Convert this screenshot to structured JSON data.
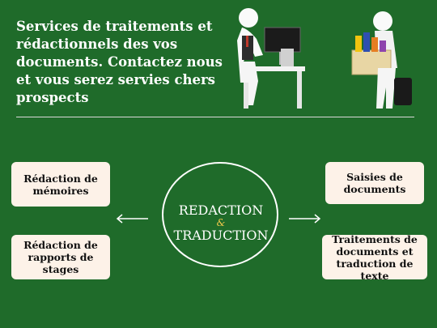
{
  "headline": "Services de traitements et rédactionnels des vos documents. Contactez nous et vous serez servies chers prospects",
  "center": {
    "line1": "REDACTION",
    "amp": "&",
    "line2": "TRADUCTION"
  },
  "left_cards": [
    "Rédaction de mémoires",
    "Rédaction de rapports de stages"
  ],
  "right_cards": [
    "Saisies de documents",
    "Traitements de documents et traduction de texte"
  ],
  "colors": {
    "background": "#1f6b2a",
    "card": "#fdf2e8",
    "accent": "#f2c94c",
    "text_light": "#ffffff"
  },
  "icons": [
    "person-at-computer-illustration",
    "person-carrying-box-illustration",
    "arrow-left-icon",
    "arrow-right-icon"
  ]
}
